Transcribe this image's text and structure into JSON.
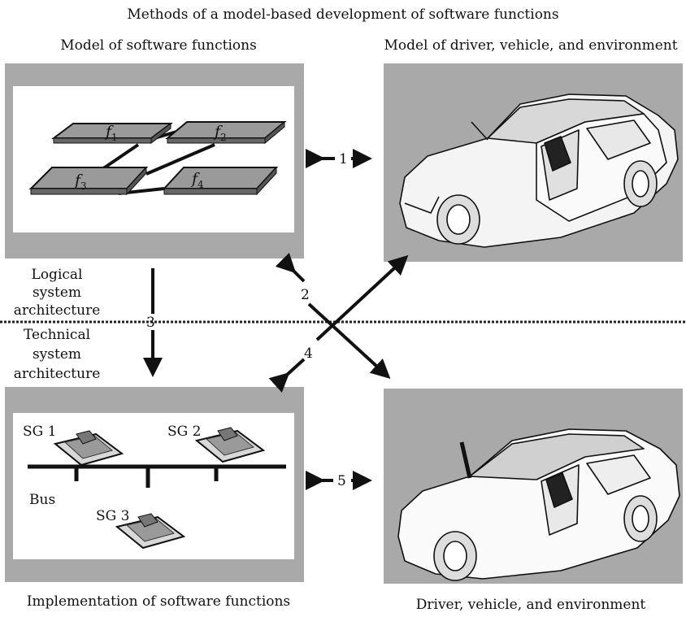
{
  "title": "Methods of a model-based development of  software functions",
  "panels": {
    "model_software": "Model of software functions",
    "model_vehicle": "Model of driver, vehicle, and environment",
    "implementation": "Implementation of software functions",
    "real_vehicle": "Driver, vehicle, and environment"
  },
  "functions": [
    {
      "base": "f",
      "sub": "1"
    },
    {
      "base": "f",
      "sub": "2"
    },
    {
      "base": "f",
      "sub": "3"
    },
    {
      "base": "f",
      "sub": "4"
    }
  ],
  "ecus": [
    "SG 1",
    "SG 2",
    "SG 3"
  ],
  "bus_label": "Bus",
  "arrows": [
    "1",
    "2",
    "3",
    "4",
    "5"
  ],
  "architecture": {
    "logical": [
      "Logical",
      "system",
      "architecture"
    ],
    "technical": [
      "Technical",
      "system",
      "architecture"
    ]
  },
  "colors": {
    "panel_gray": "#a9a9a9",
    "line": "#111111"
  }
}
